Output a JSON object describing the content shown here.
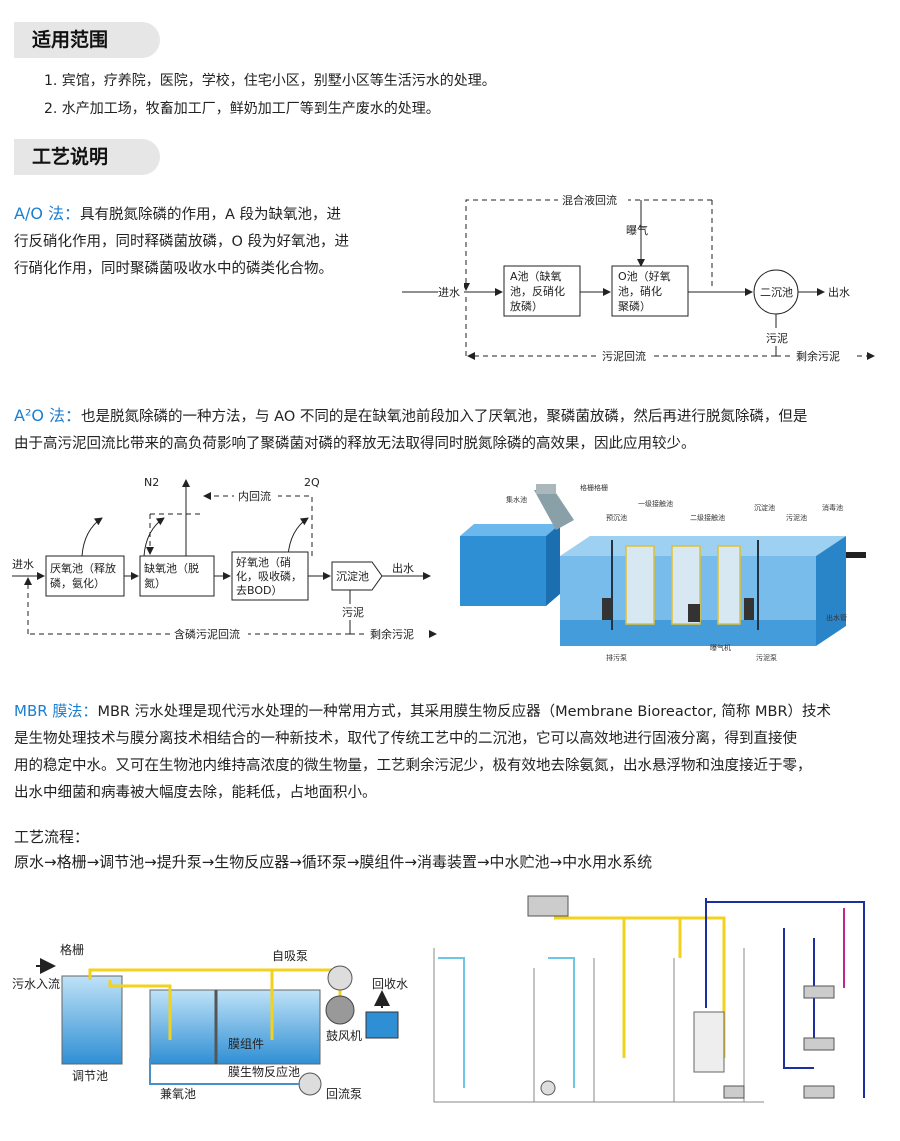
{
  "sections": {
    "scope": {
      "title": "适用范围",
      "items": [
        "1. 宾馆，疗养院，医院，学校，住宅小区，别墅小区等生活污水的处理。",
        "2. 水产加工场，牧畜加工厂，鲜奶加工厂等到生产废水的处理。"
      ]
    },
    "process": {
      "title": "工艺说明"
    }
  },
  "ao": {
    "label": "A/O 法：",
    "lines": [
      "具有脱氮除磷的作用，A 段为缺氧池，进",
      "行反硝化作用，同时释磷菌放磷，O 段为好氧池，进",
      "行硝化作用，同时聚磷菌吸收水中的磷类化合物。"
    ],
    "diagram": {
      "mixed_reflux": "混合液回流",
      "aeration": "曝气",
      "inlet": "进水",
      "outlet": "出水",
      "a_tank": [
        "A池（缺氧",
        "池，反硝化",
        "放磷）"
      ],
      "o_tank": [
        "O池（好氧",
        "池，硝化",
        "聚磷）"
      ],
      "clarifier": "二沉池",
      "sludge": "污泥",
      "sludge_reflux": "污泥回流",
      "excess_sludge": "剩余污泥"
    }
  },
  "a2o": {
    "label": "A²O 法：",
    "lines": [
      "也是脱氮除磷的一种方法，与 AO 不同的是在缺氧池前段加入了厌氧池，聚磷菌放磷，然后再进行脱氮除磷，但是",
      "由于高污泥回流比带来的高负荷影响了聚磷菌对磷的释放无法取得同时脱氮除磷的高效果，因此应用较少。"
    ],
    "diagram": {
      "n2": "N2",
      "co2": "2Q",
      "inner_reflux": "内回流",
      "inlet": "进水",
      "outlet": "出水",
      "anaerobic": [
        "厌氧池（释放",
        "磷，氨化）"
      ],
      "anoxic": [
        "缺氧池（脱",
        "氮）"
      ],
      "aerobic": [
        "好氧池（硝",
        "化，吸收磷，",
        "去BOD）"
      ],
      "clarifier": "沉淀池",
      "sludge": "污泥",
      "p_sludge_reflux": "含磷污泥回流",
      "excess_sludge": "剩余污泥"
    },
    "tank_labels": [
      "集水池",
      "格栅格栅",
      "预沉池",
      "一级接触池",
      "二级接触池",
      "沉淀池",
      "污泥池",
      "消毒池",
      "出水管",
      "排污泵",
      "曝气机",
      "污泥泵"
    ]
  },
  "mbr": {
    "label": "MBR 膜法：",
    "lines": [
      "MBR 污水处理是现代污水处理的一种常用方式，其采用膜生物反应器（Membrane Bioreactor, 简称 MBR）技术",
      "是生物处理技术与膜分离技术相结合的一种新技术，取代了传统工艺中的二沉池，它可以高效地进行固液分离，得到直接使",
      "用的稳定中水。又可在生物池内维持高浓度的微生物量，工艺剩余污泥少，极有效地去除氨氮，出水悬浮物和浊度接近于零，",
      "出水中细菌和病毒被大幅度去除，能耗低，占地面积小。"
    ],
    "flow_title": "工艺流程：",
    "flow": "原水→格栅→调节池→提升泵→生物反应器→循环泵→膜组件→消毒装置→中水贮池→中水用水系统",
    "diagram": {
      "grille": "格栅",
      "inflow": "污水入流",
      "self_priming_pump": "自吸泵",
      "recycled_water": "回收水",
      "blower": "鼓风机",
      "membrane": "膜组件",
      "equalization": "调节池",
      "anoxic": "兼氧池",
      "bioreactor": "膜生物反应池",
      "return_pump": "回流泵"
    }
  },
  "colors": {
    "accent": "#1a7fd0",
    "pill_bg": "#e6e6e6",
    "water": "#2f8fd4",
    "pipe_yellow": "#f2d21c",
    "pipe_blue": "#1c2fa0",
    "pipe_magenta": "#c0288c"
  }
}
